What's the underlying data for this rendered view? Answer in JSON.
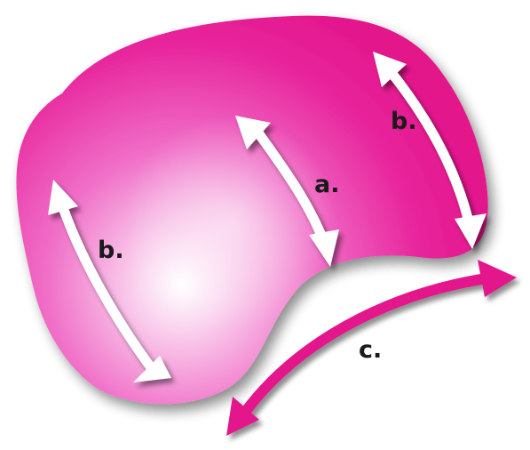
{
  "colors": {
    "shape_fill_light": "#ffffff",
    "shape_fill_mid": "#f07fcf",
    "shape_fill_dark": "#e6168f",
    "arrow_white": "#ffffff",
    "arrow_magenta": "#e3168b",
    "label_text": "#1a1a1a"
  },
  "labels": {
    "a": "a.",
    "b_left": "b.",
    "b_right": "b.",
    "c": "c."
  }
}
